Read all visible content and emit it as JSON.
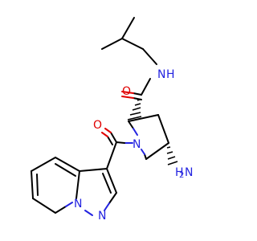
{
  "colors": {
    "background": "#ffffff",
    "bond": "#000000",
    "nitrogen": "#2323e0",
    "oxygen": "#e00000"
  },
  "atoms": {
    "amide_nh": {
      "label": "N",
      "h": "H"
    },
    "carbonyl_o_top": {
      "label": "O"
    },
    "ring_n": {
      "label": "N"
    },
    "carbonyl_o_left": {
      "label": "O"
    },
    "amino": {
      "label": "N",
      "h": "H",
      "sub": "2"
    },
    "pyrazole_n": {
      "label": "N"
    },
    "bridge_n": {
      "label": "N"
    }
  }
}
